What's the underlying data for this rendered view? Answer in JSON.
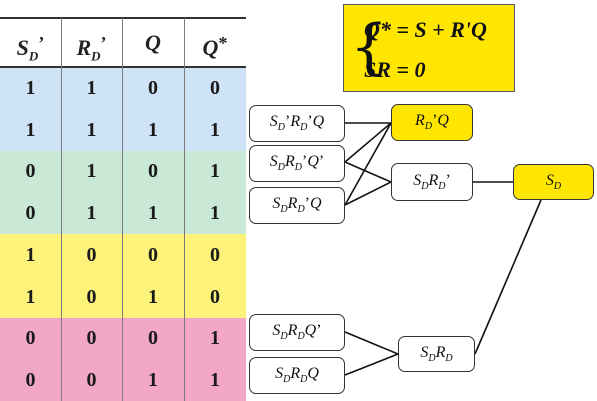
{
  "truth_table": {
    "headers": [
      "S_D'",
      "R_D'",
      "Q",
      "Q*"
    ],
    "header_parts": [
      {
        "base": "S",
        "sub": "D",
        "sup": "’"
      },
      {
        "base": "R",
        "sub": "D",
        "sup": "’"
      },
      {
        "base": "Q",
        "sub": "",
        "sup": ""
      },
      {
        "base": "Q",
        "sub": "",
        "sup": "*"
      }
    ],
    "rows": [
      [
        "1",
        "1",
        "0",
        "0"
      ],
      [
        "1",
        "1",
        "1",
        "1"
      ],
      [
        "0",
        "1",
        "0",
        "1"
      ],
      [
        "0",
        "1",
        "1",
        "1"
      ],
      [
        "1",
        "0",
        "0",
        "0"
      ],
      [
        "1",
        "0",
        "1",
        "0"
      ],
      [
        "0",
        "0",
        "0",
        "1"
      ],
      [
        "0",
        "0",
        "1",
        "1"
      ]
    ],
    "band_colors": [
      "#cfe3f7",
      "#c9e8d6",
      "#fdf27a",
      "#f2a7c7"
    ]
  },
  "equations": [
    "Q* = S + R'Q",
    "SR = 0"
  ],
  "equation_color": "#ffe600",
  "terms": [
    {
      "id": "t1",
      "text": "SD'RD'Q"
    },
    {
      "id": "t2",
      "text": "SDRD'Q'"
    },
    {
      "id": "t3",
      "text": "SDRD'Q"
    },
    {
      "id": "t4",
      "text": "SDRDQ'"
    },
    {
      "id": "t5",
      "text": "SDRDQ"
    }
  ],
  "term_parts": {
    "t1": [
      [
        "S",
        "D",
        "’"
      ],
      [
        "R",
        "D",
        "’"
      ],
      [
        "Q",
        "",
        ""
      ]
    ],
    "t2": [
      [
        "S",
        "D",
        ""
      ],
      [
        "R",
        "D",
        "’"
      ],
      [
        "Q",
        "",
        "’"
      ]
    ],
    "t3": [
      [
        "S",
        "D",
        ""
      ],
      [
        "R",
        "D",
        "’"
      ],
      [
        "Q",
        "",
        ""
      ]
    ],
    "t4": [
      [
        "S",
        "D",
        ""
      ],
      [
        "R",
        "D",
        ""
      ],
      [
        "Q",
        "",
        "’"
      ]
    ],
    "t5": [
      [
        "S",
        "D",
        ""
      ],
      [
        "R",
        "D",
        ""
      ],
      [
        "Q",
        "",
        ""
      ]
    ]
  },
  "merged": [
    {
      "id": "m1",
      "text": "RD'Q",
      "highlight": true,
      "parts": [
        [
          "R",
          "D",
          "’"
        ],
        [
          "Q",
          "",
          ""
        ]
      ]
    },
    {
      "id": "m2",
      "text": "SDRD'",
      "highlight": false,
      "parts": [
        [
          "S",
          "D",
          ""
        ],
        [
          "R",
          "D",
          "’"
        ]
      ]
    },
    {
      "id": "m3",
      "text": "SDRD",
      "highlight": false,
      "parts": [
        [
          "S",
          "D",
          ""
        ],
        [
          "R",
          "D",
          ""
        ]
      ]
    }
  ],
  "result": {
    "id": "r1",
    "text": "SD",
    "parts": [
      [
        "S",
        "D",
        ""
      ]
    ]
  }
}
